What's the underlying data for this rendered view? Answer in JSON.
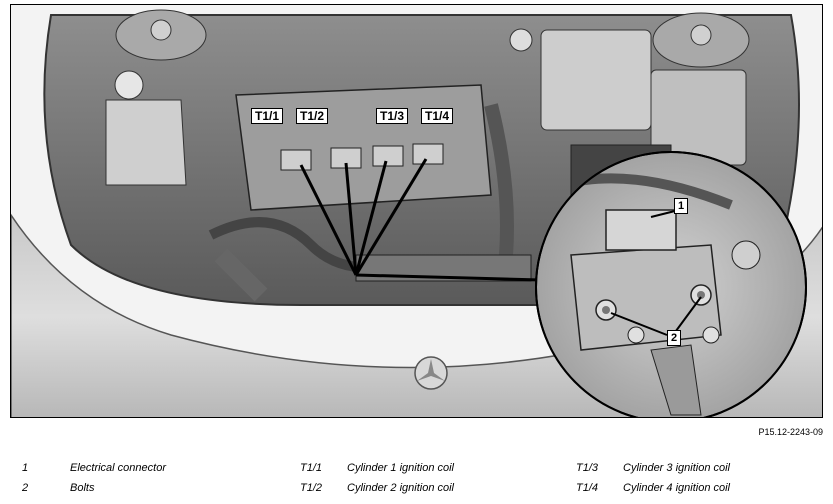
{
  "figure": {
    "callouts": {
      "t11": "T1/1",
      "t12": "T1/2",
      "t13": "T1/3",
      "t14": "T1/4",
      "c1": "1",
      "c2": "2"
    },
    "reference": "P15.12-2243-09"
  },
  "legend": [
    {
      "code": "1",
      "text": "Electrical connector"
    },
    {
      "code": "2",
      "text": "Bolts"
    },
    {
      "code": "T1/1",
      "text": "Cylinder 1 ignition coil"
    },
    {
      "code": "T1/2",
      "text": "Cylinder 2 ignition coil"
    },
    {
      "code": "T1/3",
      "text": "Cylinder 3 ignition coil"
    },
    {
      "code": "T1/4",
      "text": "Cylinder 4 ignition coil"
    }
  ]
}
